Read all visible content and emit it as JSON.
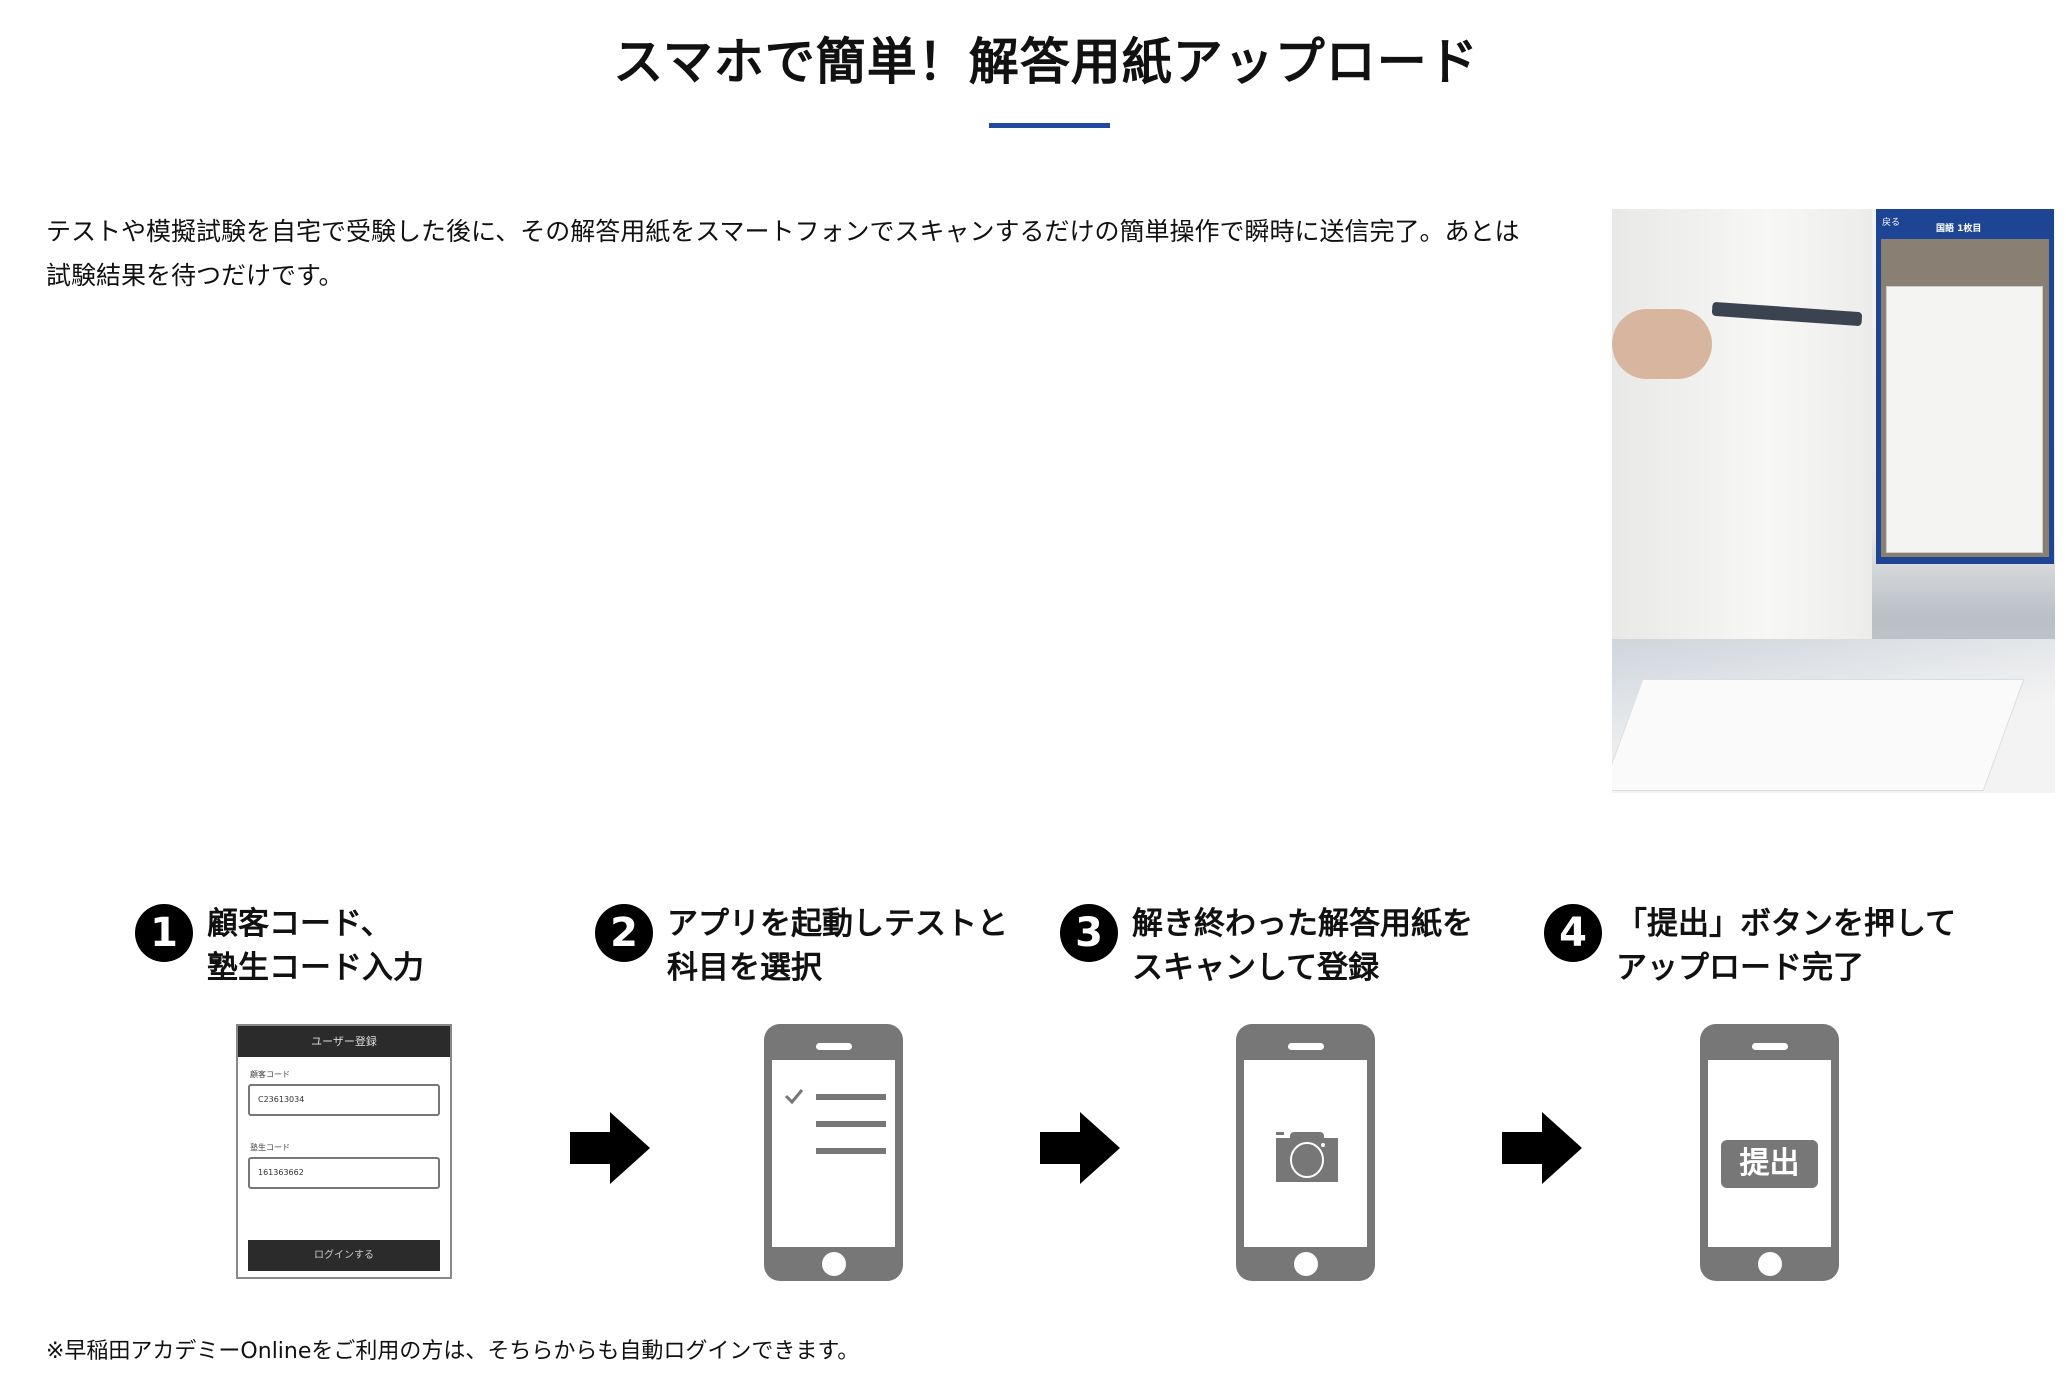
{
  "title": "スマホで簡単！解答用紙アップロード",
  "accent_color": "#1f4aa0",
  "intro": "テストや模擬試験を自宅で受験した後に、その解答用紙をスマートフォンでスキャンするだけの簡単操作で瞬時に送信完了。あとは試験結果を待つだけです。",
  "photo": {
    "description_icon": "phone-scanning-answer-sheet-photo",
    "app_header": "国語 1枚目",
    "back_label": "戻る"
  },
  "steps": [
    {
      "number": "1",
      "text": "顧客コード、\n塾生コード入力"
    },
    {
      "number": "2",
      "text": "アプリを起動しテストと\n科目を選択"
    },
    {
      "number": "3",
      "text": "解き終わった解答用紙を\nスキャンして登録"
    },
    {
      "number": "4",
      "text": "「提出」ボタンを押して\nアップロード完了"
    }
  ],
  "login_screen": {
    "header": "ユーザー登録",
    "field1_label": "顧客コード",
    "field1_value": "C23613034",
    "field2_label": "塾生コード",
    "field2_value": "161363662",
    "button": "ログインする"
  },
  "submit_label": "提出",
  "footnote": "※早稲田アカデミーOnlineをご利用の方は、そちらからも自動ログインできます。"
}
